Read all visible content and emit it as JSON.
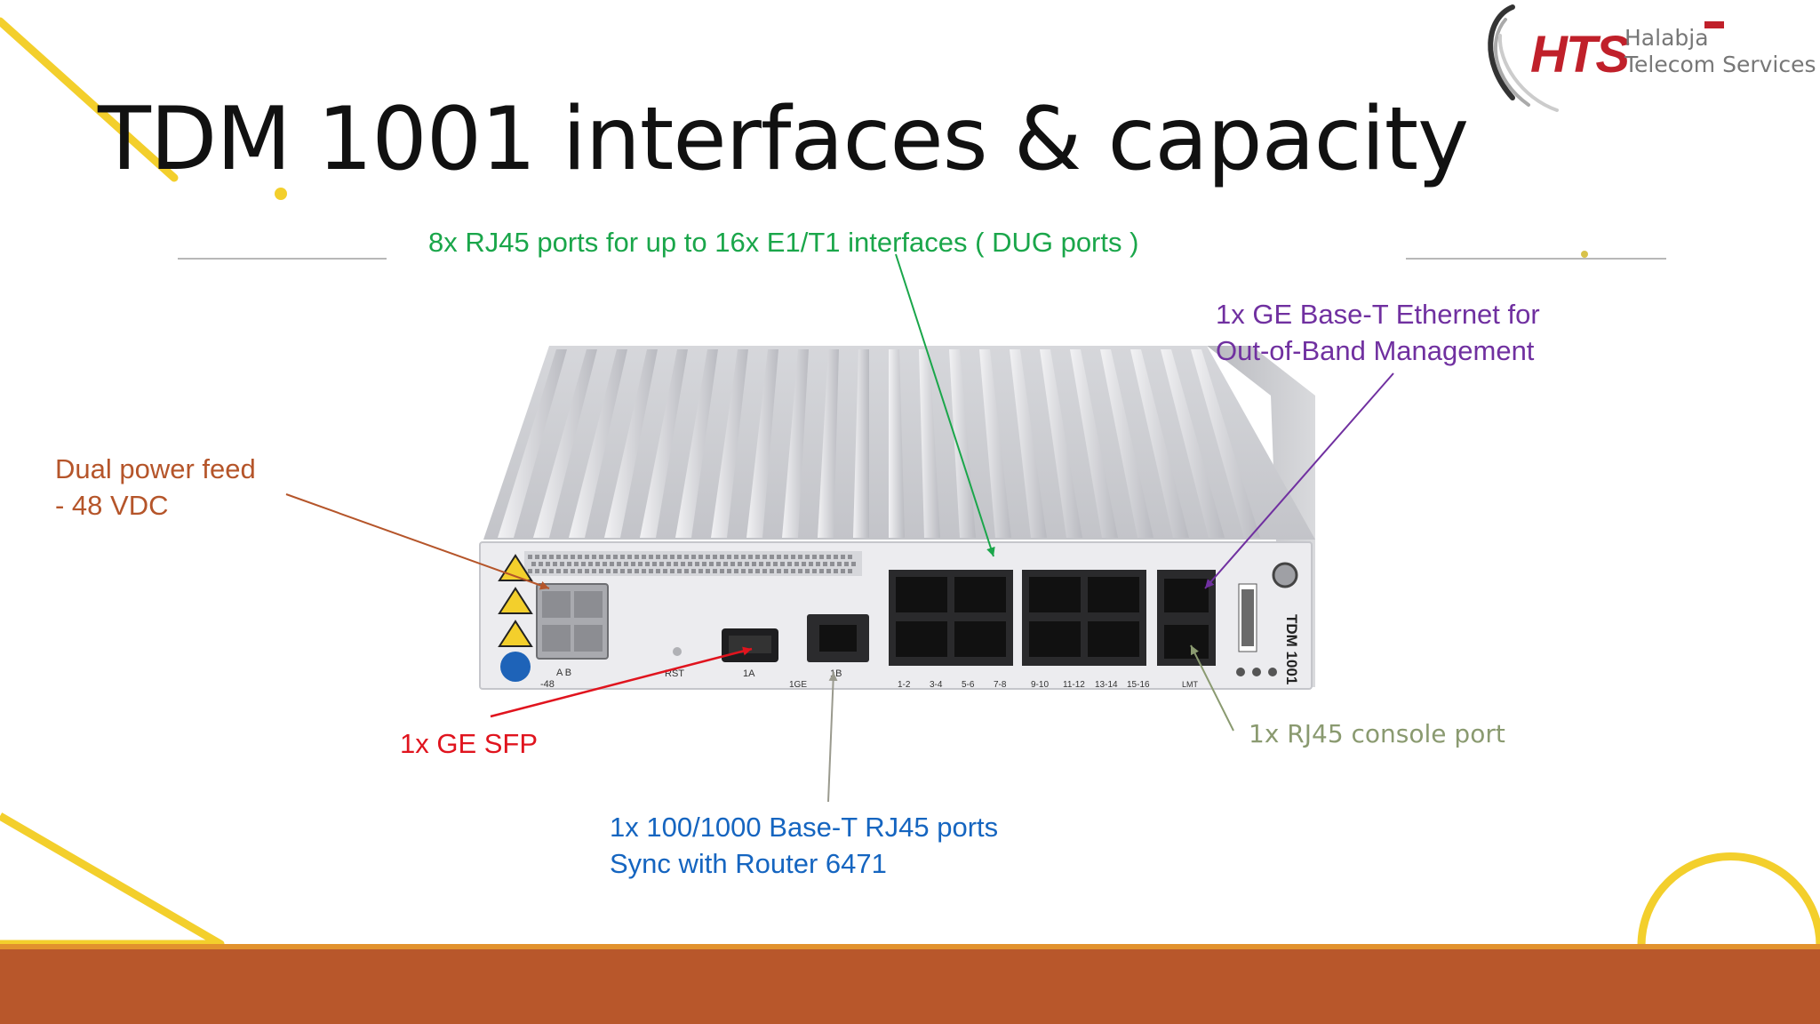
{
  "slide": {
    "title": "TDM 1001 interfaces & capacity"
  },
  "logo": {
    "brand": "HTS",
    "name_line1": "Halabja",
    "name_line2": "Telecom Services"
  },
  "device": {
    "model_label": "TDM 1001",
    "port_labels": [
      "1-2",
      "3-4",
      "5-6",
      "7-8",
      "9-10",
      "11-12",
      "13-14",
      "15-16"
    ],
    "power_label": "-48",
    "power_ab": "A  B",
    "rst_label": "RST",
    "sfp_label": "1A",
    "ge_label": "1B",
    "ge_group_label": "1GE",
    "lmt_label": "LMT"
  },
  "labels": {
    "dug_ports": "8x RJ45 ports for up to 16x E1/T1 interfaces ( DUG ports )",
    "oob_line1": "1x GE Base-T Ethernet for",
    "oob_line2": "Out-of-Band Management",
    "power_line1": "Dual power feed",
    "power_line2": "- 48 VDC",
    "sfp": "1x GE SFP",
    "console": "1x RJ45 console port",
    "rj45_line1": "1x 100/1000 Base-T RJ45 ports",
    "rj45_line2": "Sync with Router 6471"
  },
  "colors": {
    "dug": "#1aa64a",
    "oob": "#7030a0",
    "power": "#b5552a",
    "sfp": "#e0141e",
    "console": "#8a9a70",
    "rj45": "#1565c0",
    "footer": "#b8572b",
    "footer_line": "#e2922d",
    "accent_yellow": "#f3cf2c"
  }
}
